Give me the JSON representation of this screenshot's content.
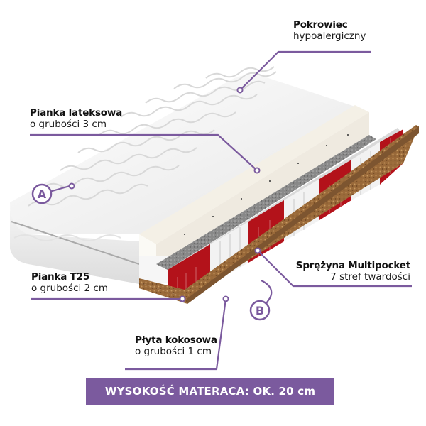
{
  "colors": {
    "accent": "#7b5a9e",
    "spring_red": "#b3121a",
    "spring_white": "#f2f2f2",
    "coconut": "#9a6a3a",
    "latex": "#efeae0",
    "grey_felt": "#8d8d8d"
  },
  "labels": {
    "cover": {
      "title": "Pokrowiec",
      "subtitle": "hypoalergiczny"
    },
    "latex": {
      "title": "Pianka lateksowa",
      "subtitle": "o grubości 3 cm"
    },
    "foam": {
      "title": "Pianka T25",
      "subtitle": "o grubości 2 cm"
    },
    "spring": {
      "title": "Sprężyna Multipocket",
      "subtitle": "7 stref twardości"
    },
    "coconut": {
      "title": "Płyta kokosowa",
      "subtitle": "o grubości 1 cm"
    }
  },
  "markers": {
    "a": "A",
    "b": "B"
  },
  "banner": {
    "text": "WYSOKOŚĆ MATERACA: OK. 20 cm"
  }
}
